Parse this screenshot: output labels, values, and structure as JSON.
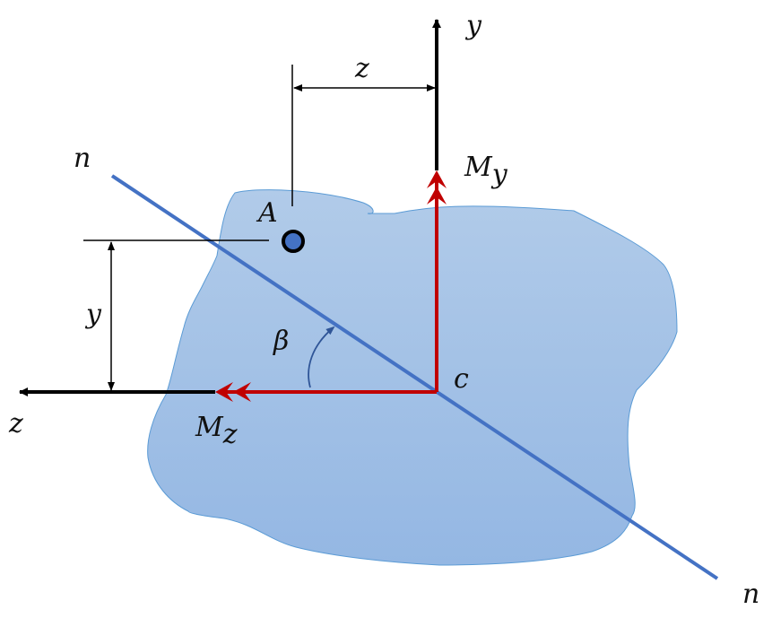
{
  "labels": {
    "y_axis": "y",
    "z_axis": "z",
    "z_dim": "z",
    "y_dim": "y",
    "neutral_top": "n",
    "neutral_bottom": "n",
    "moment_y": "M",
    "moment_y_sub": "y",
    "moment_z": "M",
    "moment_z_sub": "z",
    "point": "A",
    "angle": "β",
    "centroid": "c"
  },
  "colors": {
    "section_fill_top": "#b1cbe9",
    "section_fill_bottom": "#94b7e3",
    "neutral_axis": "#4472c4",
    "moment_vectors": "#c00000",
    "axes": "#000000",
    "point_fill": "#4472c4"
  }
}
